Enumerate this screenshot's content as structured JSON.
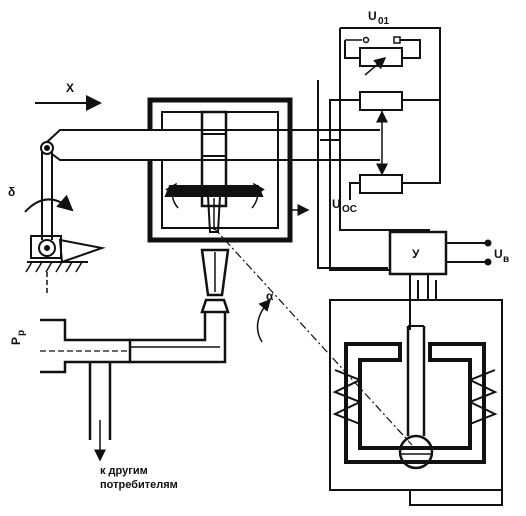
{
  "labels": {
    "x_motion": "X",
    "delta": "δ",
    "alpha": "α",
    "u01": "U",
    "u01_sub": "01",
    "uoc": "U",
    "uoc_sub": "ОС",
    "uv": "U",
    "uv_sub": "в",
    "amp": "У",
    "pp": "P",
    "pp_sub": "р",
    "consumers_line1": "к другим",
    "consumers_line2": "потребителям"
  },
  "colors": {
    "ink": "#111111",
    "background": "#ffffff"
  }
}
